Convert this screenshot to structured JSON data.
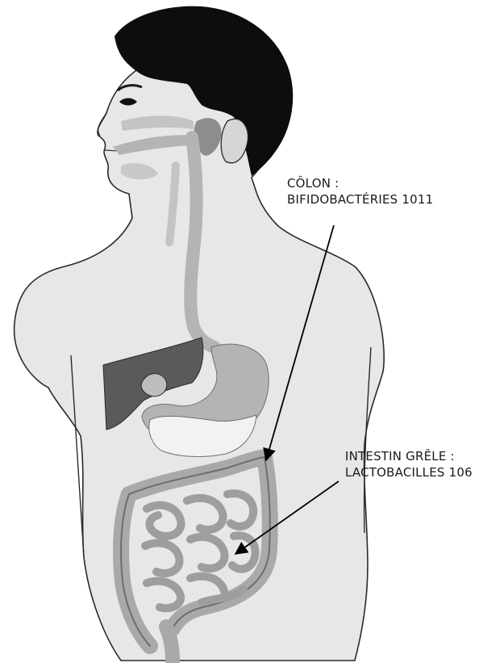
{
  "labels": {
    "colon": {
      "line1": "CÔLON :",
      "line2": "BIFIDOBACTÉRIES 1011"
    },
    "intestin": {
      "line1": "INTESTIN GRÊLE :",
      "line2": "LACTOBACILLES 106"
    }
  },
  "colors": {
    "hair": "#0d0d0d",
    "skin": "#e7e7e7",
    "outline": "#2a2a2a",
    "digestive_tract": "#b4b4b4",
    "liver": "#5a5a5a",
    "colon": "#a9a9a9",
    "arrow": "#000000"
  }
}
